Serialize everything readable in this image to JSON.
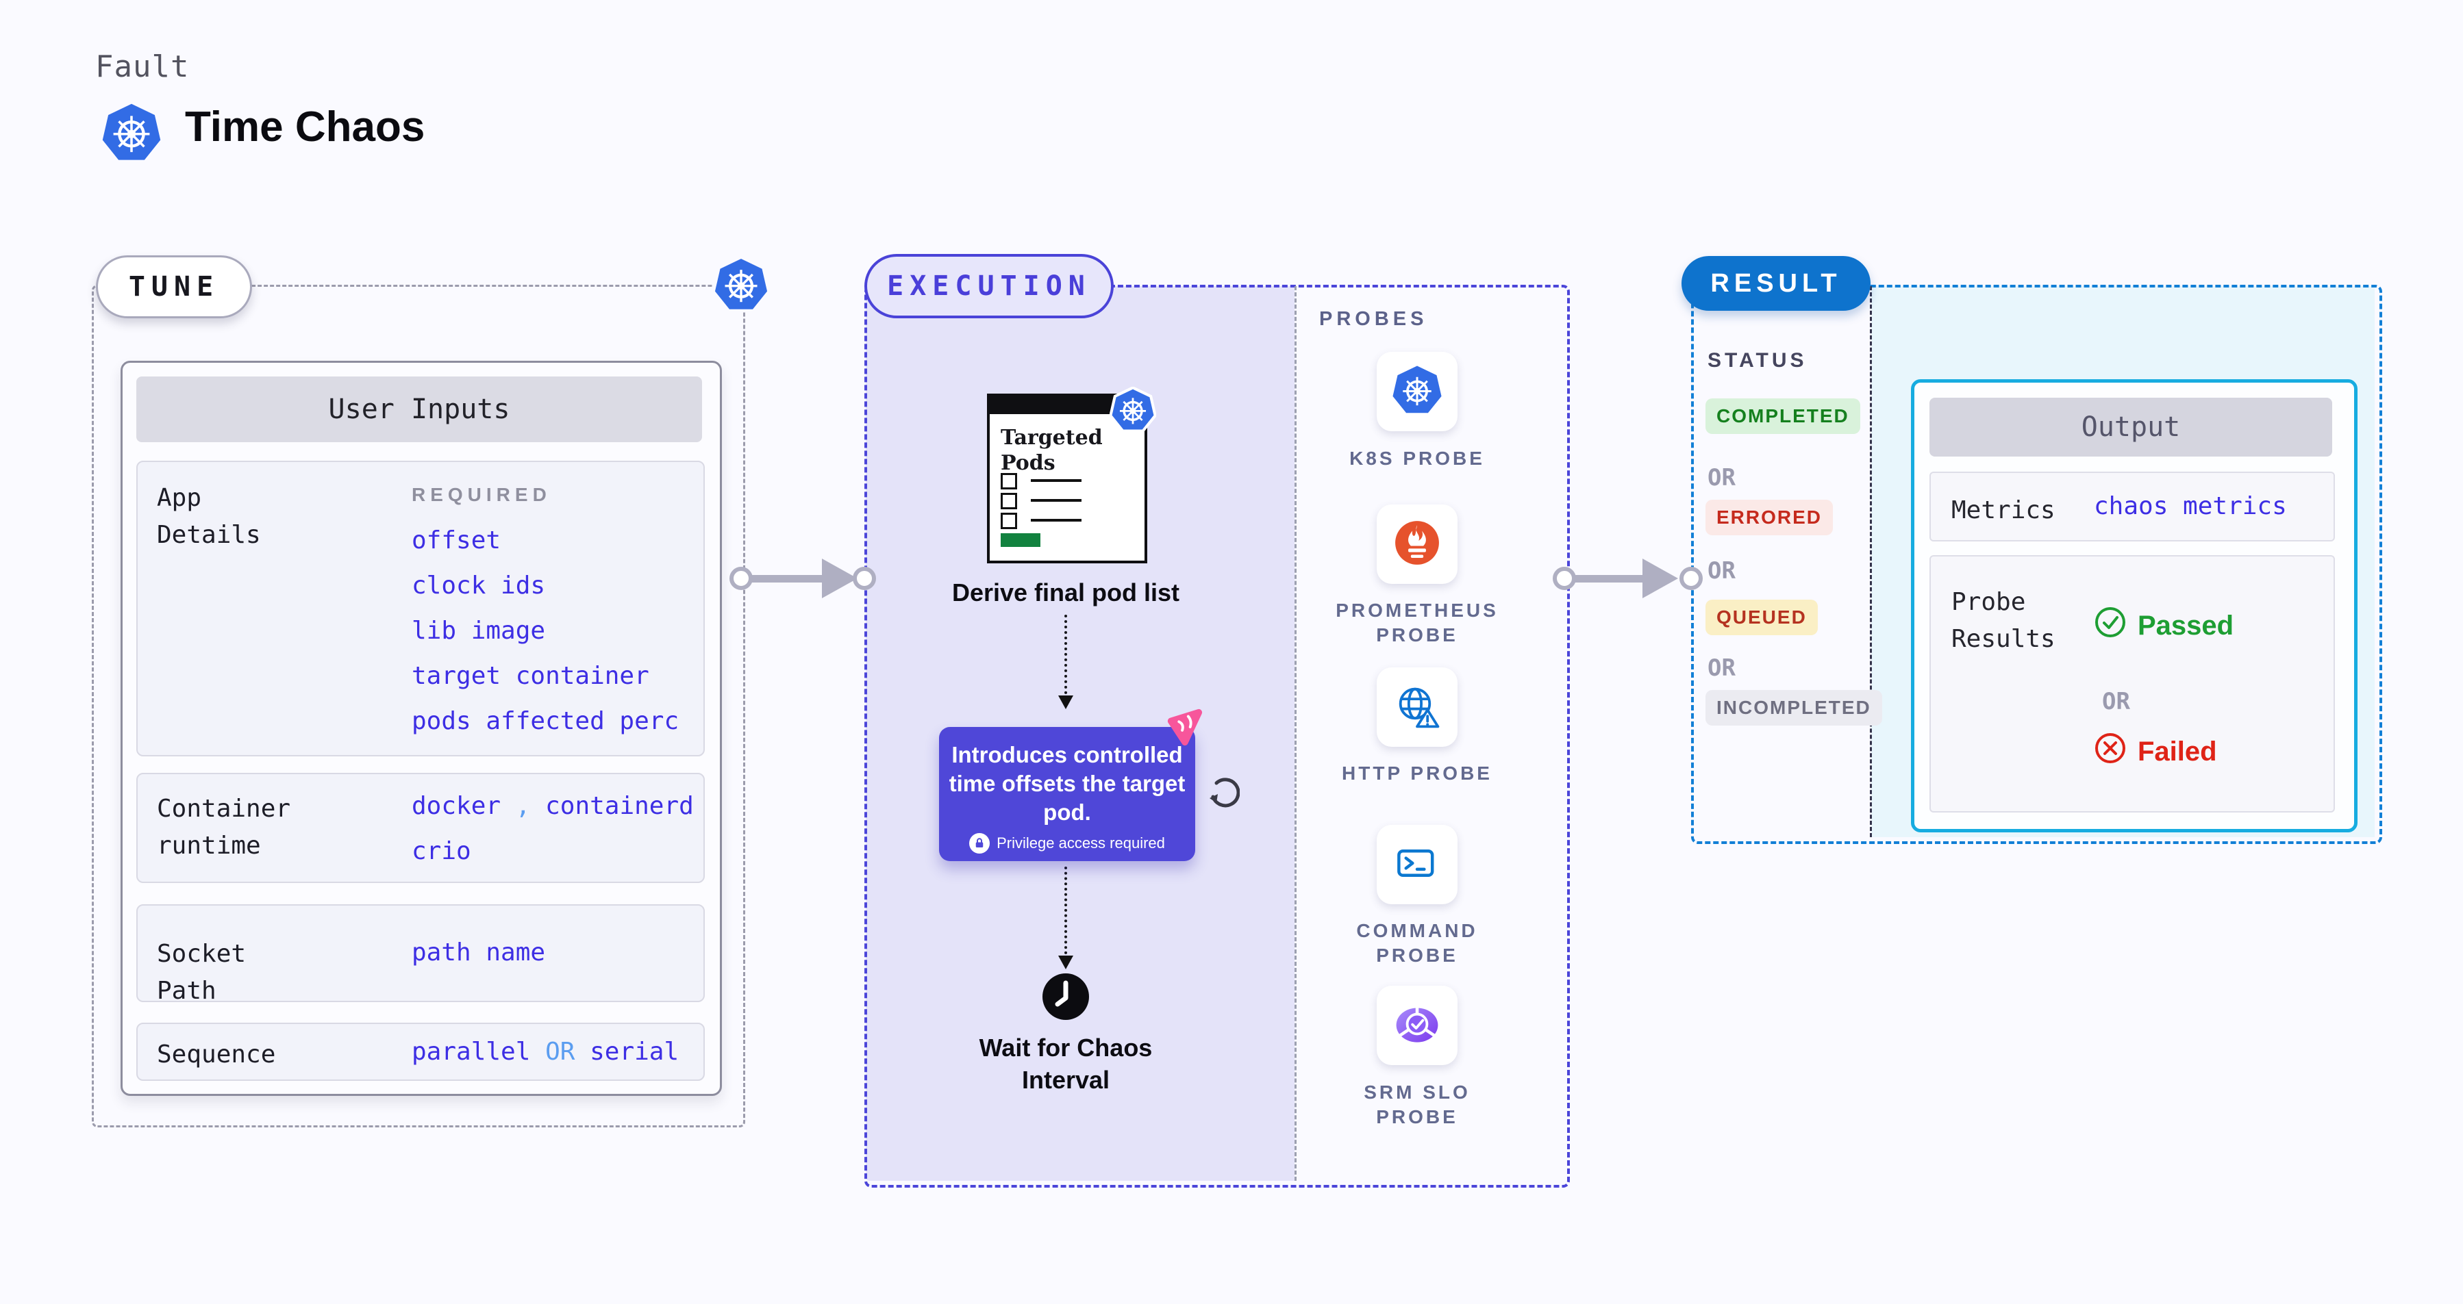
{
  "header": {
    "eyebrow": "Fault",
    "title": "Time Chaos"
  },
  "tune": {
    "label": "TUNE",
    "user_inputs": {
      "title": "User Inputs",
      "app_details": {
        "label": "App Details",
        "required_label": "REQUIRED",
        "values": [
          "offset",
          "clock ids",
          "lib image",
          "target container",
          "pods affected perc"
        ]
      },
      "container_runtime": {
        "label": "Container runtime",
        "value1": "docker",
        "separator": ",",
        "value2": "containerd",
        "value3": "crio"
      },
      "socket_path": {
        "label": "Socket Path",
        "value": "path name"
      },
      "sequence": {
        "label": "Sequence",
        "value1": "parallel",
        "or": "OR",
        "value2": "serial"
      }
    }
  },
  "execution": {
    "label": "EXECUTION",
    "targeted_pods_title": "Targeted Pods",
    "step1": "Derive final pod list",
    "tooltip": {
      "text": "Introduces controlled time offsets the target pod.",
      "privilege": "Privilege access required"
    },
    "step2": "Wait for Chaos Interval"
  },
  "probes": {
    "label": "PROBES",
    "items": [
      {
        "label": "K8S PROBE",
        "icon": "kubernetes-icon"
      },
      {
        "label": "PROMETHEUS PROBE",
        "icon": "prometheus-icon"
      },
      {
        "label": "HTTP PROBE",
        "icon": "globe-warning-icon"
      },
      {
        "label": "COMMAND PROBE",
        "icon": "terminal-icon"
      },
      {
        "label": "SRM SLO PROBE",
        "icon": "slo-donut-check-icon"
      }
    ]
  },
  "result": {
    "label": "RESULT",
    "status_label": "STATUS",
    "or_label": "OR",
    "statuses": [
      {
        "label": "COMPLETED",
        "color": "#15801E",
        "bg": "#D9F2DB"
      },
      {
        "label": "ERRORED",
        "color": "#C52A1D",
        "bg": "#FBE9E7"
      },
      {
        "label": "QUEUED",
        "color": "#B53220",
        "bg": "#FAEFC5"
      },
      {
        "label": "INCOMPLETED",
        "color": "#6F6F81",
        "bg": "#EBEBF1"
      }
    ],
    "output": {
      "title": "Output",
      "metrics_label": "Metrics",
      "metrics_value": "chaos metrics",
      "probe_results_label": "Probe Results",
      "passed": "Passed",
      "failed": "Failed"
    }
  },
  "colors": {
    "kubernetes_blue": "#326CE5",
    "value_blue": "#3D2EE4",
    "soft_blue": "#5B9DF0",
    "execution_indigo": "#4A43D8",
    "execution_fill": "#E4E3F9",
    "tooltip_purple": "#4F47D8",
    "result_blue": "#0E73CD",
    "result_dash_blue": "#127FD6",
    "output_cyan": "#17ACE0",
    "cyan_fill": "#E8F6FC",
    "passed_green": "#1E9E33",
    "failed_red": "#DF2317",
    "prometheus_orange": "#E6522C",
    "chaos_pink": "#F7569B",
    "srm_purple": "#7C3AED",
    "pods_chip_green": "#12823F"
  }
}
